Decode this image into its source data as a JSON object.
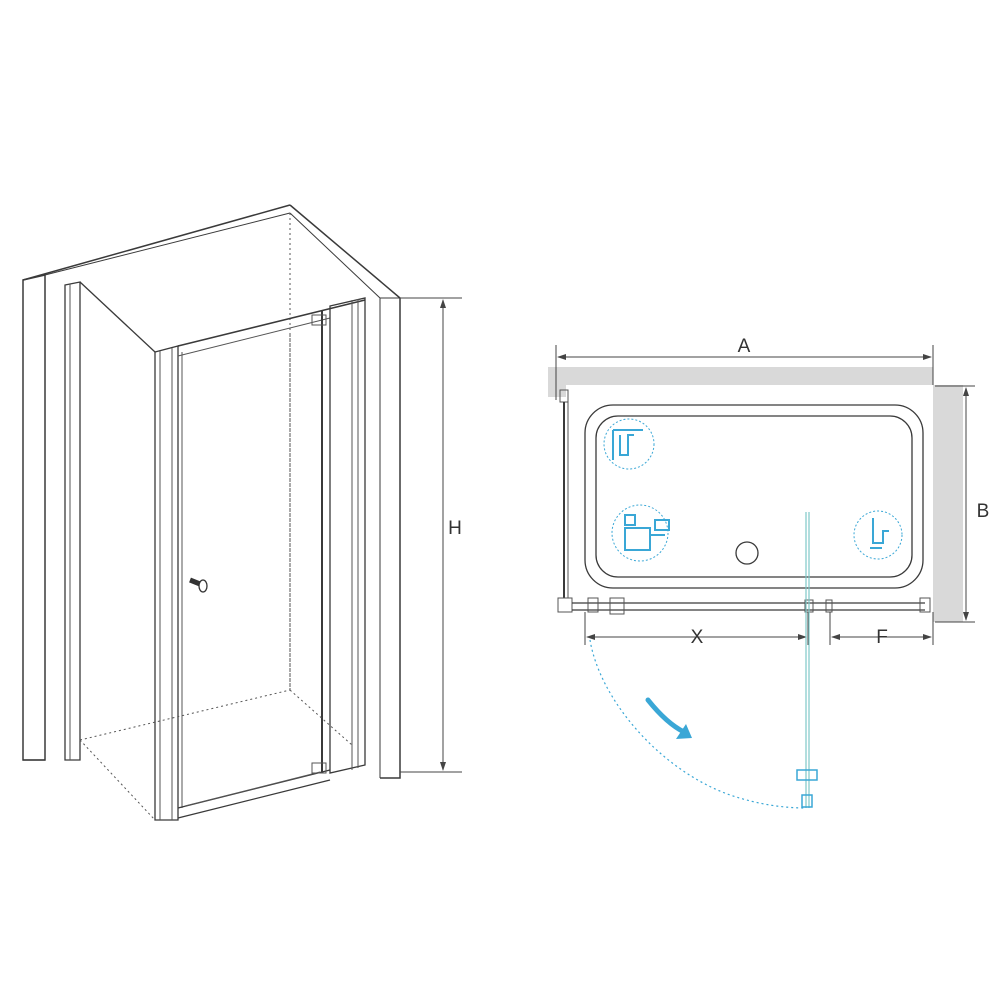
{
  "labels": {
    "height": "H",
    "width_a": "A",
    "depth_b": "B",
    "door_x": "X",
    "fixed_f": "F"
  },
  "colors": {
    "line": "#3a3a3a",
    "wall_fill": "#d9d9d9",
    "accent": "#3aa7d6",
    "glass": "#7fc7c7"
  },
  "icons": [
    "wall-profile-icon",
    "hinge-icon",
    "seal-profile-icon",
    "swing-arrow-icon",
    "drain-icon"
  ]
}
